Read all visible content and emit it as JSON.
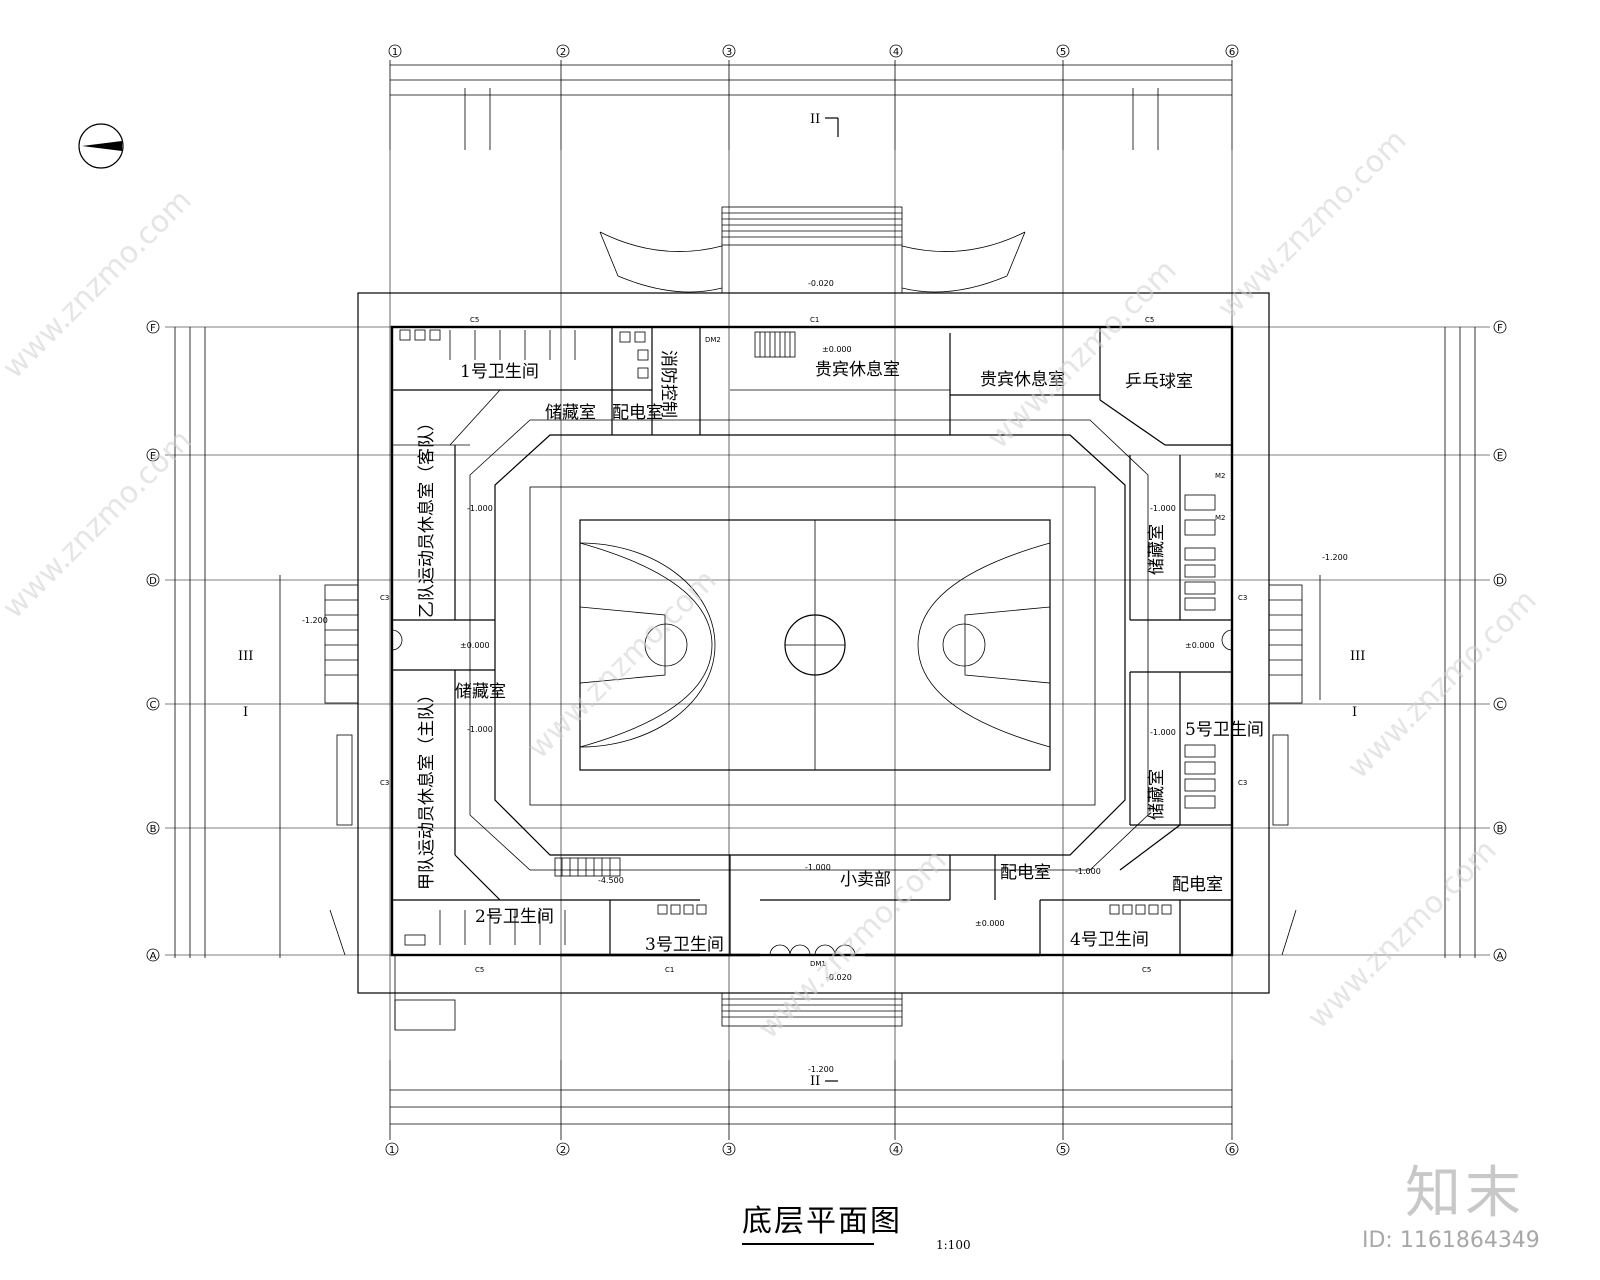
{
  "drawing": {
    "title": "底层平面图",
    "scale": "1:100",
    "axes_horizontal": [
      "1",
      "2",
      "3",
      "4",
      "5",
      "6"
    ],
    "axes_vertical": [
      "A",
      "B",
      "C",
      "D",
      "E",
      "F"
    ],
    "section_marks": [
      "II",
      "III",
      "I"
    ],
    "levels": {
      "outdoor_top": "-0.020",
      "outdoor_bottom": "-0.020",
      "court": "±0.000",
      "corridor": "-1.000",
      "ramp": "-1.200",
      "pit": "-4.500"
    }
  },
  "rooms": {
    "toilet_1": "1号卫生间",
    "toilet_2": "2号卫生间",
    "toilet_3": "3号卫生间",
    "toilet_4": "4号卫生间",
    "toilet_5": "5号卫生间",
    "storage_nw": "储藏室",
    "storage_w": "储藏室",
    "storage_e1": "储藏室",
    "storage_e2": "储藏室",
    "electric_n": "配电室",
    "electric_s": "配电室",
    "electric_se": "配电室",
    "fire_control": "消防控制",
    "vip_lounge_1": "贵宾休息室",
    "vip_lounge_2": "贵宾休息室",
    "table_tennis": "乒乓球室",
    "team_b_lounge": "乙队运动员休息室（客队）",
    "team_a_lounge": "甲队运动员休息室（主队）",
    "kiosk": "小卖部"
  },
  "labels": {
    "window_c1": "C1",
    "window_c3": "C3",
    "window_c5": "C5",
    "door_dm1": "DM1",
    "door_dm2": "DM2",
    "door_m2": "M2"
  },
  "watermark": {
    "brand": "知末",
    "id_text": "ID: 1161864349",
    "site": "www.znzmo.com"
  }
}
